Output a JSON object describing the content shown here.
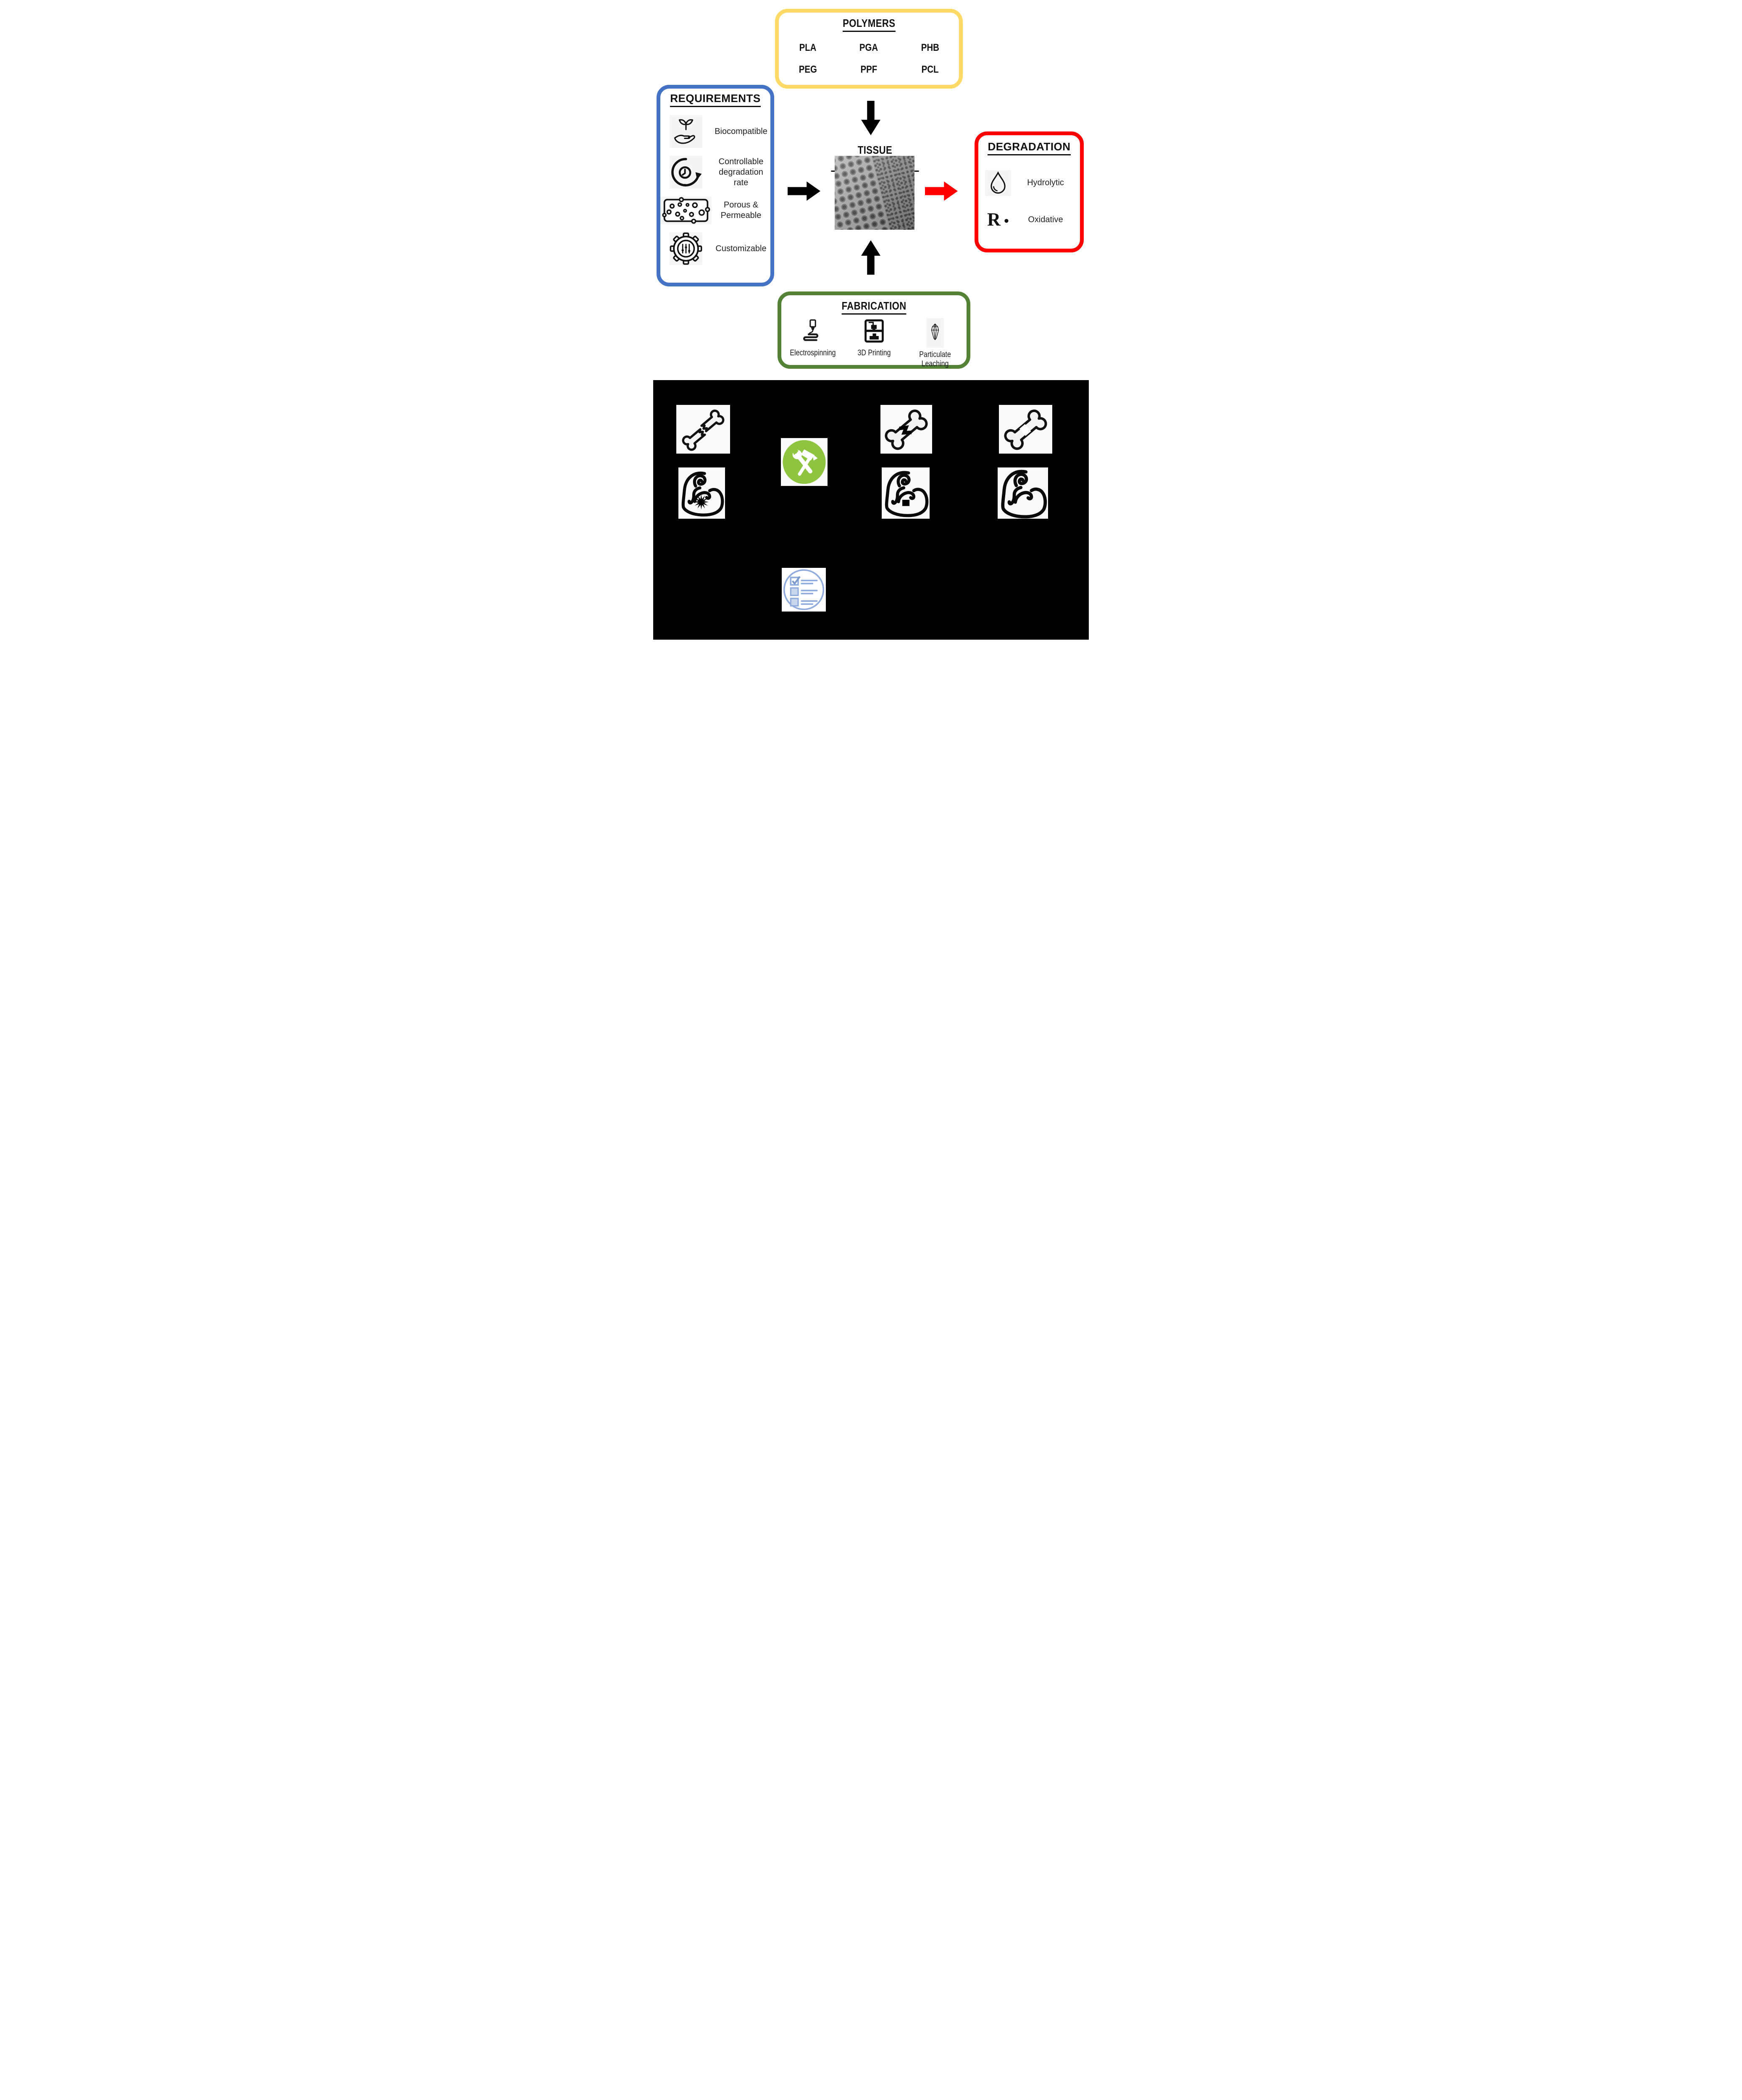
{
  "colors": {
    "polymers_border": "#FFD966",
    "requirements_border": "#4472C4",
    "degradation_border": "#FF0000",
    "fabrication_border": "#538135",
    "tools_circle_green": "#8EC43F",
    "checklist_blue": "#8FAADC",
    "arrow_black": "#000000",
    "arrow_red": "#FF0000",
    "bottom_panel_background": "#000000"
  },
  "polymers": {
    "title": "POLYMERS",
    "items": [
      "PLA",
      "PGA",
      "PHB",
      "PEG",
      "PPF",
      "PCL"
    ]
  },
  "requirements": {
    "title": "REQUIREMENTS",
    "items": [
      {
        "icon": "hand-plant-icon",
        "label": "Biocompatible"
      },
      {
        "icon": "clock-cycle-icon",
        "label": "Controllable degradation rate"
      },
      {
        "icon": "porous-sponge-icon",
        "label": "Porous & Permeable"
      },
      {
        "icon": "gear-sliders-icon",
        "label": "Customizable"
      }
    ]
  },
  "scaffold": {
    "title": "TISSUE SCAFFOLD",
    "image": "sem-micrograph-of-porous-scaffold"
  },
  "degradation": {
    "title": "DEGRADATION",
    "items": [
      {
        "icon": "water-drop-icon",
        "label": "Hydrolytic"
      },
      {
        "icon": "radical-symbol",
        "symbol": "R",
        "dot": "•",
        "label": "Oxidative"
      }
    ]
  },
  "fabrication": {
    "title": "FABRICATION",
    "items": [
      {
        "icon": "electrospinning-nozzle-icon",
        "label": "Electrospinning"
      },
      {
        "icon": "3d-printer-icon",
        "label": "3D Printing"
      },
      {
        "icon": "crystal-icon",
        "label": "Particulate Leaching"
      }
    ]
  },
  "bottom_panel": {
    "stages": [
      {
        "icon": "broken-bone-icon"
      },
      {
        "icon": "repair-tools-icon"
      },
      {
        "icon": "healing-bone-icon"
      },
      {
        "icon": "healed-bone-icon"
      },
      {
        "icon": "injured-muscle-icon"
      },
      {
        "icon": "patched-muscle-icon"
      },
      {
        "icon": "healthy-muscle-icon"
      },
      {
        "icon": "checklist-icon"
      }
    ]
  }
}
